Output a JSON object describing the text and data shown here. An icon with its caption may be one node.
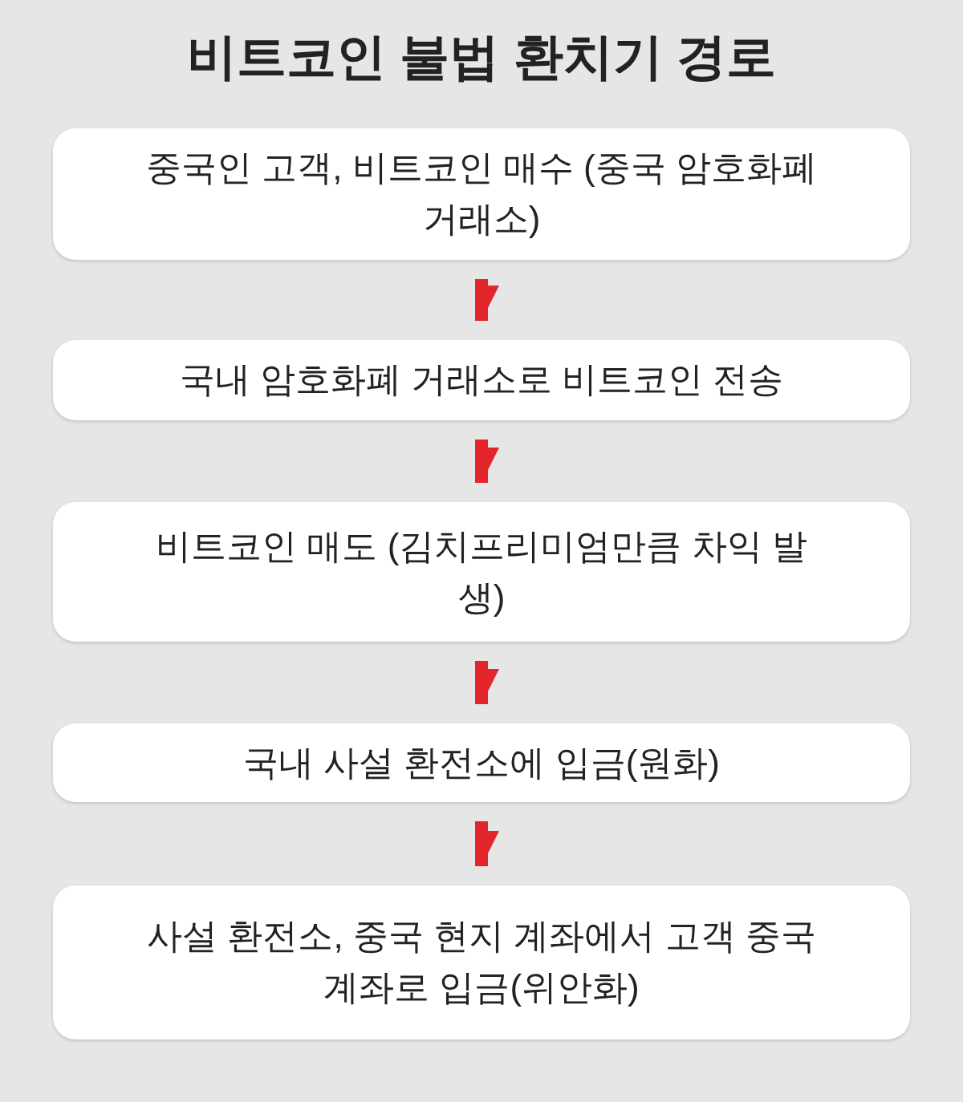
{
  "diagram": {
    "title": "비트코인 불법 환치기 경로",
    "nodes": [
      {
        "text": [
          "중국인 고객, 비트코인 매수 (중국 암호화폐 거래소)"
        ]
      },
      {
        "text": [
          "국내 암호화폐 거래소로 비트코인 전송"
        ]
      },
      {
        "text": [
          "비트코인 매도 (김치프리미엄만큼 차익 발생)"
        ]
      },
      {
        "text": [
          "국내 사설 환전소에 입금(원화)"
        ]
      },
      {
        "text": [
          "사설 환전소, 중국 현지 계좌에서 고객 중국 계좌로 입금(위안화)"
        ]
      }
    ],
    "edges": [
      {
        "from": 0,
        "to": 1,
        "arrow": "to"
      },
      {
        "from": 1,
        "to": 2,
        "arrow": "to"
      },
      {
        "from": 2,
        "to": 3,
        "arrow": "to"
      },
      {
        "from": 3,
        "to": 4,
        "arrow": "to"
      }
    ]
  }
}
